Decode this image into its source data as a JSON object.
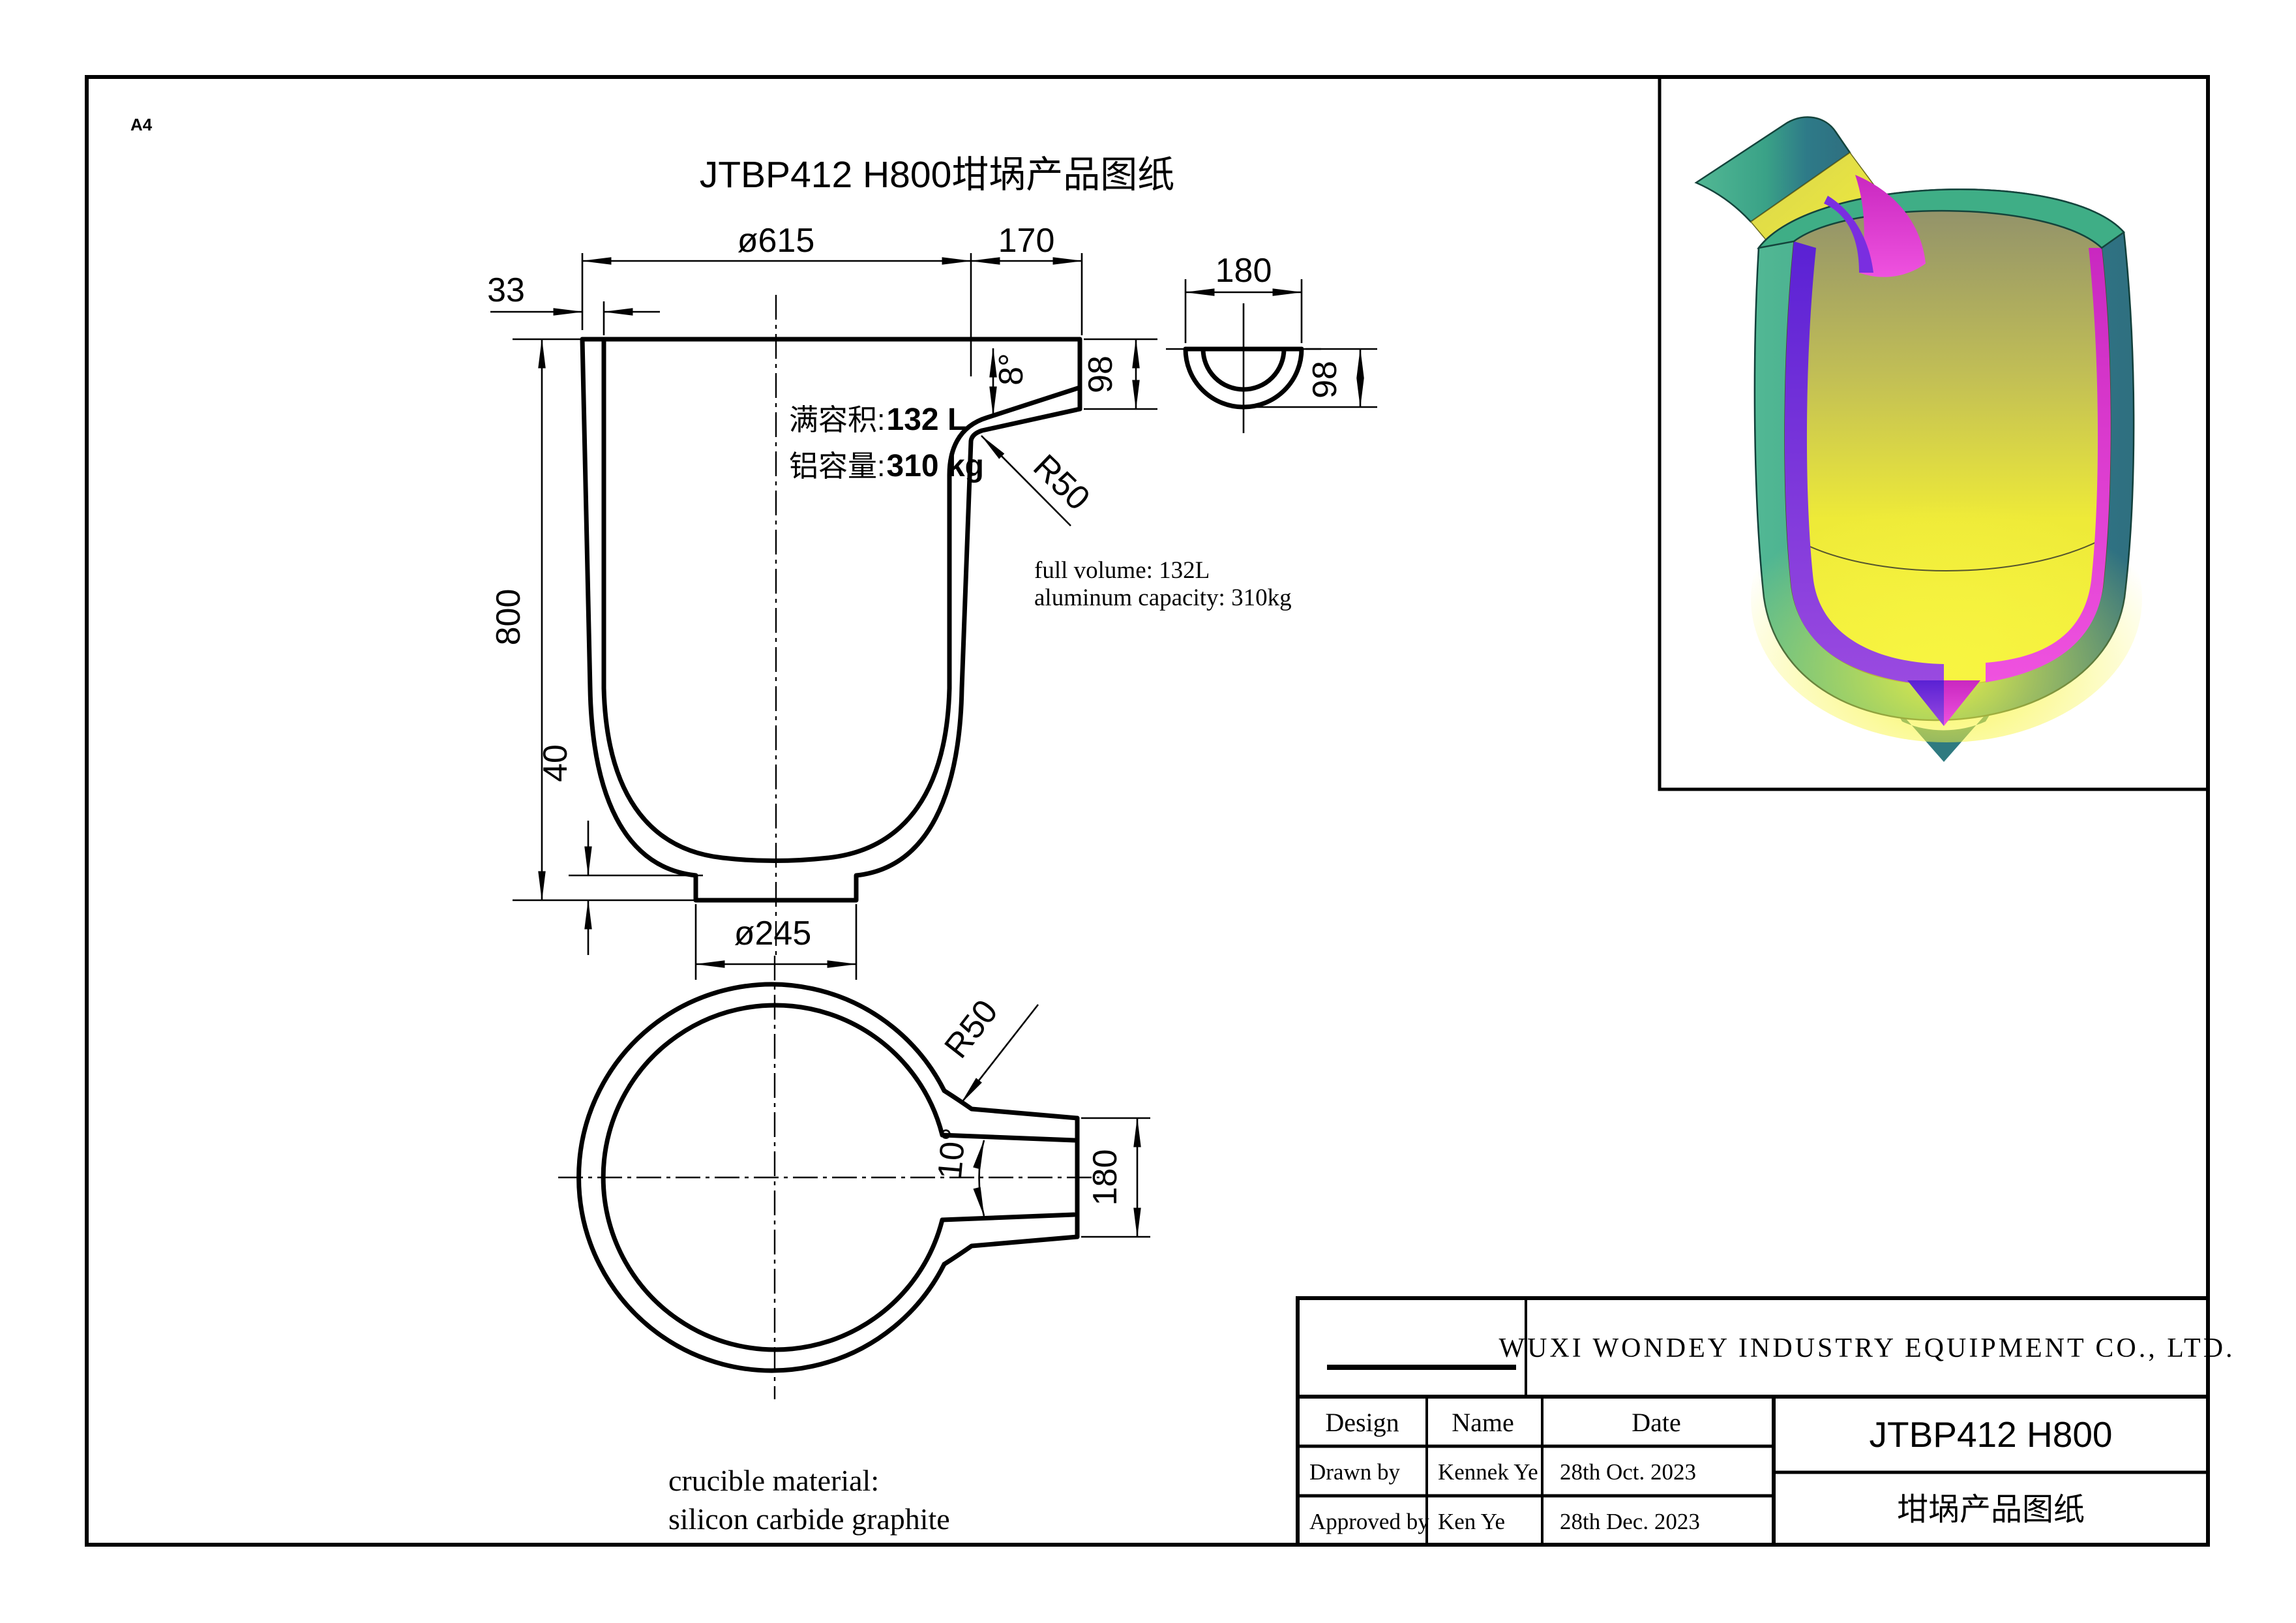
{
  "sheet": {
    "size_label": "A4"
  },
  "drawing": {
    "title": "JTBP412 H800坩埚产品图纸"
  },
  "section_view": {
    "dia_top": "ø615",
    "spout_len": "170",
    "wall": "33",
    "height": "800",
    "foot_fillet": "40",
    "dia_foot": "ø245",
    "spout_depth": "98",
    "spout_angle": "8°",
    "fillet": "R50",
    "cap_label_cn": "满容积:",
    "cap_value_cn": "132 L",
    "alu_label_cn": "铝容量:",
    "alu_value_cn": "310 kg",
    "note_en_1": "full volume: 132L",
    "note_en_2": "aluminum capacity: 310kg"
  },
  "spout_section": {
    "width": "180",
    "depth": "98"
  },
  "top_view": {
    "fillet": "R50",
    "taper": "10°",
    "spout_width": "180"
  },
  "material_note": {
    "line1": "crucible material:",
    "line2": "silicon carbide graphite"
  },
  "title_block": {
    "company": "WUXI WONDEY INDUSTRY EQUIPMENT CO., LTD.",
    "col_design": "Design",
    "col_name": "Name",
    "col_date": "Date",
    "row1_role": "Drawn by",
    "row1_name": "Kennek Ye",
    "row1_date": "28th Oct. 2023",
    "row2_role": "Approved by",
    "row2_name": "Ken Ye",
    "row2_date": "28th Dec. 2023",
    "part_no": "JTBP412 H800",
    "part_name": "坩埚产品图纸"
  },
  "render_colors": {
    "shell_green": "#3fae8b",
    "shell_teal": "#2e7186",
    "interior_yellow": "#f2ee39",
    "interior_shadow": "#8f8f5e",
    "cut_magenta": "#e03ad2",
    "cut_purple": "#7a2ee0",
    "line": "#000000"
  }
}
